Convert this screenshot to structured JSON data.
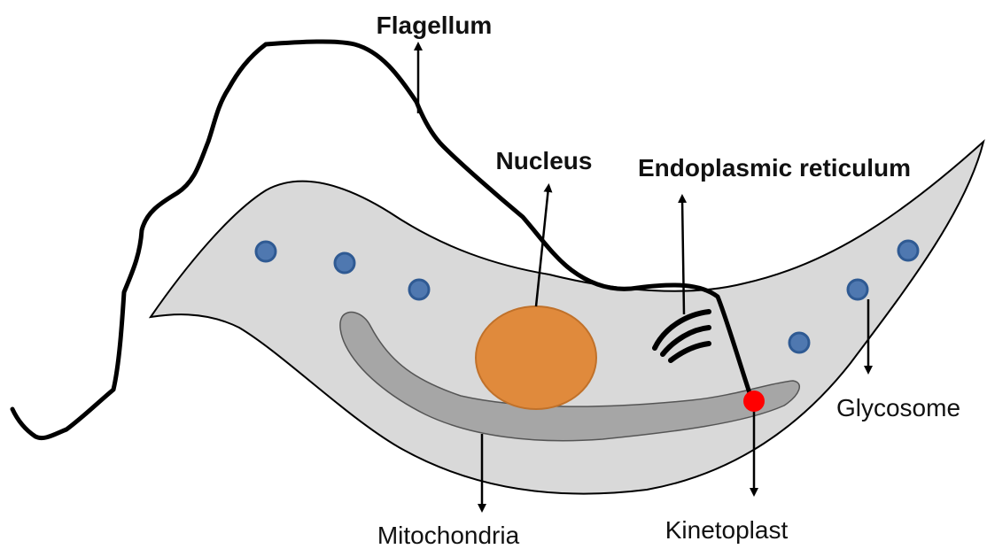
{
  "colors": {
    "cell_body": "#d9d9d9",
    "mitochondrion": "#a6a6a6",
    "nucleus": "#e08a3c",
    "nucleus_stroke": "#c0712a",
    "glycosome_fill": "#4f78b0",
    "glycosome_stroke": "#2f5a93",
    "kinetoplast": "#ff0000",
    "outline": "#000000"
  },
  "labels": {
    "flagellum": "Flagellum",
    "nucleus": "Nucleus",
    "endoplasmic_reticulum": "Endoplasmic reticulum",
    "glycosome": "Glycosome",
    "mitochondria": "Mitochondria",
    "kinetoplast": "Kinetoplast"
  }
}
